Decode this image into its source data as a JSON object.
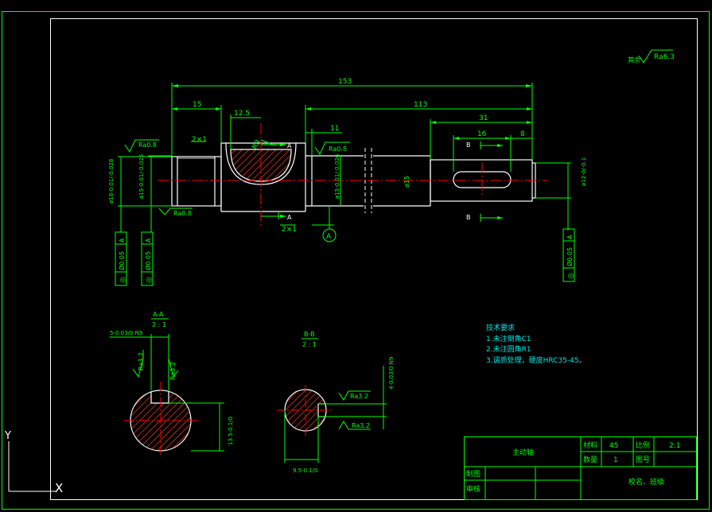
{
  "colors": {
    "background": "#000000",
    "frame": "#00ff00",
    "border": "#ffffff",
    "outline": "#ffffff",
    "dimension": "#00ff00",
    "centerline": "#ff0000",
    "hatch": "#ff3b1f",
    "text": "#00ff00",
    "cyan": "#00e5e5"
  },
  "surface_finish": {
    "label": "其余",
    "value": "Ra6.3"
  },
  "dimensions": {
    "total_length": "153",
    "length_15": "15",
    "length_12_5": "12.5",
    "length_113": "113",
    "length_31": "31",
    "length_11": "11",
    "length_16": "16",
    "length_8": "8",
    "r_label": "R8",
    "chamfer_top": "2×1",
    "chamfer_bottom": "2×1",
    "dia_left": "ø18-0.01/-0.028",
    "dia_15_left": "ø15-0.01/-0.026",
    "dia_15_mid": "ø15-0.01/-0.026",
    "dia_15_center": "ø15",
    "dia_right": "ø12-0/-0.1"
  },
  "roughness": {
    "left_top": "Ra0.8",
    "left_bottom": "Ra0.8",
    "mid": "Ra0.8"
  },
  "section_marks": {
    "a_top": "A",
    "a_bottom": "A",
    "b_top": "B",
    "b_bottom": "B",
    "datum": "A"
  },
  "tolerance_frames": [
    {
      "symbol": "◎",
      "value": "Ø0.05",
      "datum": "A"
    },
    {
      "symbol": "◎",
      "value": "Ø0.05",
      "datum": "A"
    },
    {
      "symbol": "◎",
      "value": "Ø0.05",
      "datum": "A"
    }
  ],
  "section_aa": {
    "title": "A-A",
    "scale": "2 : 1",
    "width_dim": "5-0.03/0 N9",
    "ra_left": "Ra3.2",
    "ra_right": "Ra3.2",
    "depth_dim": "13.5-0.1/0"
  },
  "section_bb": {
    "title": "B-B",
    "scale": "2 : 1",
    "width_dim": "4-0.03/0 N9",
    "ra_top": "Ra3.2",
    "ra_bottom": "Ra3.2",
    "depth_dim": "9.5-0.1/0"
  },
  "technical_requirements": {
    "title": "技术要求",
    "items": [
      "1.未注倒角C1",
      "2.未注圆角R1",
      "3.调质处理，硬度HRC35-45。"
    ]
  },
  "title_block": {
    "part_name": "主动轴",
    "material_label": "材料",
    "material_value": "45",
    "scale_label": "比例",
    "scale_value": "2:1",
    "quantity_label": "数量",
    "quantity_value": "1",
    "drawing_no_label": "图号",
    "drawn_label": "制图",
    "checked_label": "审核",
    "school_label": "校名、班级"
  },
  "ucs_icon": {
    "y_label": "Y",
    "x_label": "X"
  }
}
